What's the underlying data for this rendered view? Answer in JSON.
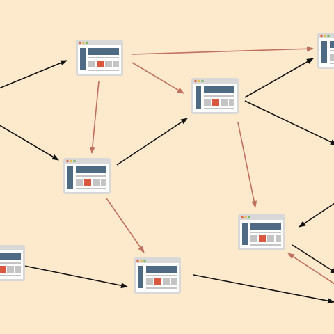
{
  "colors": {
    "background": "#fde9cc",
    "edge_primary": "#111111",
    "edge_highlight": "#c0705e",
    "window_frame": "#d8d8d8",
    "window_body": "#ffffff",
    "panel_dark": "#4f6b84",
    "line_gray": "#c4c4c4",
    "accent_red": "#d9583f",
    "dot_red": "#e06a4f",
    "dot_yellow": "#e6c04a",
    "dot_green": "#7cb86a"
  },
  "nodes": [
    {
      "id": "page-a",
      "icon": "web-page-icon"
    },
    {
      "id": "page-b",
      "icon": "web-page-icon"
    },
    {
      "id": "page-c",
      "icon": "web-page-icon"
    },
    {
      "id": "page-d",
      "icon": "web-page-icon"
    },
    {
      "id": "page-e",
      "icon": "web-page-icon"
    },
    {
      "id": "page-f",
      "icon": "web-page-icon"
    },
    {
      "id": "page-g",
      "icon": "web-page-icon"
    },
    {
      "id": "page-h",
      "icon": "web-page-icon"
    }
  ],
  "edges": [
    {
      "from": "offscreen-left-top",
      "to": "page-a",
      "style": "primary"
    },
    {
      "from": "offscreen-left-mid",
      "to": "page-c",
      "style": "primary"
    },
    {
      "from": "page-a",
      "to": "page-g",
      "style": "highlight"
    },
    {
      "from": "page-a",
      "to": "page-b",
      "style": "highlight"
    },
    {
      "from": "page-a",
      "to": "page-c",
      "style": "highlight"
    },
    {
      "from": "page-b",
      "to": "page-g",
      "style": "primary"
    },
    {
      "from": "page-b",
      "to": "offscreen-right",
      "style": "primary"
    },
    {
      "from": "page-b",
      "to": "page-d",
      "style": "highlight"
    },
    {
      "from": "page-c",
      "to": "page-b",
      "style": "primary"
    },
    {
      "from": "page-c",
      "to": "page-e",
      "style": "highlight"
    },
    {
      "from": "page-h",
      "to": "page-e",
      "style": "primary"
    },
    {
      "from": "page-e",
      "to": "offscreen-right-bottom",
      "style": "primary"
    },
    {
      "from": "offscreen-right-mid",
      "to": "page-d",
      "style": "primary"
    },
    {
      "from": "page-d",
      "to": "offscreen-right-low",
      "style": "primary"
    },
    {
      "from": "offscreen-right-low",
      "to": "page-d",
      "style": "highlight"
    }
  ]
}
